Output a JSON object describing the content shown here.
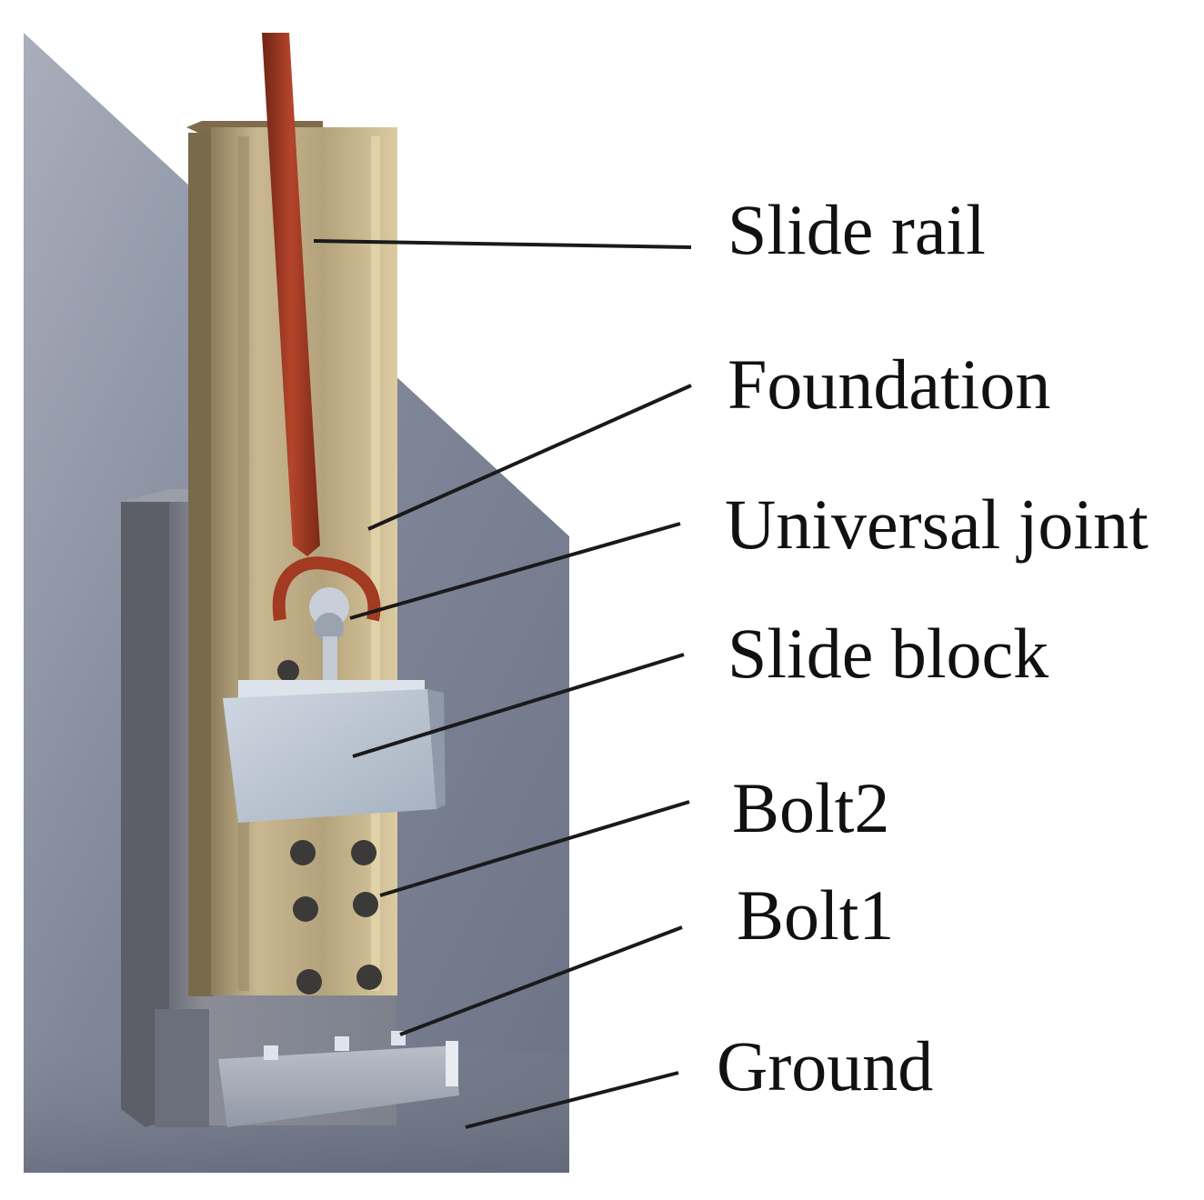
{
  "labels": {
    "slide_rail": "Slide rail",
    "foundation": "Foundation",
    "universal_joint": "Universal joint",
    "slide_block": "Slide block",
    "bolt2": "Bolt2",
    "bolt1": "Bolt1",
    "ground": "Ground"
  },
  "colors": {
    "background": "#ffffff",
    "wall": "#7b8394",
    "rail": "#b7a582",
    "rod": "#a33a22",
    "block": "#b6c2d0",
    "leader": "#1a1a1a"
  }
}
